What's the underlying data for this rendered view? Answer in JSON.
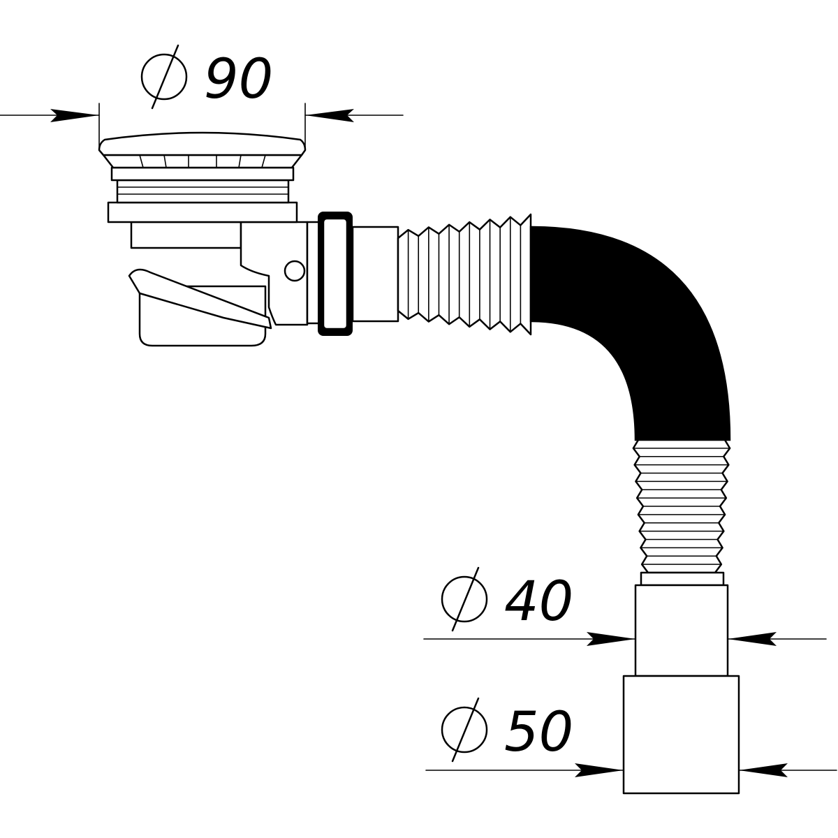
{
  "dimensions": {
    "drain_cap": {
      "symbol": "⌀",
      "value": "90"
    },
    "outlet_inner": {
      "symbol": "⌀",
      "value": "40"
    },
    "outlet_outer": {
      "symbol": "⌀",
      "value": "50"
    }
  },
  "colors": {
    "line": "#000000",
    "hose_fill": "#000000",
    "background": "#ffffff"
  }
}
